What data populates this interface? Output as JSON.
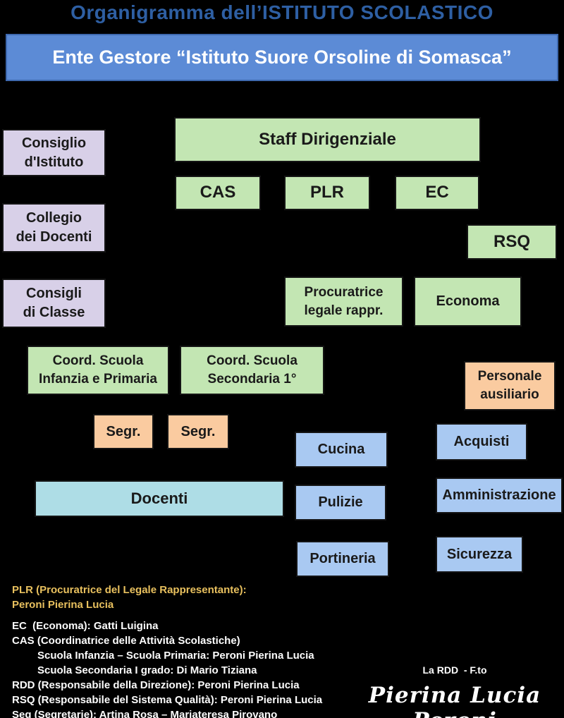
{
  "page": {
    "title": "Organigramma dell’ISTITUTO SCOLASTICO",
    "banner": "Ente Gestore “Istituto Suore Orsoline di Somasca”"
  },
  "colors": {
    "background": "#000000",
    "title_text": "#2E5FA3",
    "banner_fill": "#5C8BD6",
    "banner_text": "#FFFFFF",
    "purple_fill": "#D8D0E8",
    "green_fill": "#C3E6B3",
    "orange_fill": "#FACBA0",
    "blue_fill": "#A9C9F2",
    "teal_fill": "#AEDDE6",
    "gold_text": "#E8C05E",
    "white_text": "#FDFDFD"
  },
  "boxes": {
    "consiglio_istituto": "Consiglio\nd'Istituto",
    "collegio_docenti": "Collegio\ndei Docenti",
    "consigli_classe": "Consigli\ndi Classe",
    "staff_dirigenziale": "Staff Dirigenziale",
    "cas": "CAS",
    "plr": "PLR",
    "ec": "EC",
    "rsq": "RSQ",
    "procuratrice": "Procuratrice\nlegale rappr.",
    "economa": "Economa",
    "coord_infanzia": "Coord. Scuola\nInfanzia e Primaria",
    "coord_secondaria": "Coord. Scuola\nSecondaria 1°",
    "segr1": "Segr.",
    "segr2": "Segr.",
    "personale_ausiliario": "Personale\nausiliario",
    "cucina": "Cucina",
    "pulizie": "Pulizie",
    "portineria": "Portineria",
    "acquisti": "Acquisti",
    "amministrazione": "Amministrazione",
    "sicurezza": "Sicurezza",
    "docenti": "Docenti"
  },
  "legend": {
    "gold_lines": [
      "PLR (Procuratrice del Legale Rappresentante):",
      "Peroni Pierina Lucia"
    ],
    "white_lines": [
      {
        "text": "EC  (Economa): Gatti Luigina",
        "indent": false
      },
      {
        "text": "CAS (Coordinatrice delle Attività Scolastiche)",
        "indent": false
      },
      {
        "text": "Scuola Infanzia – Scuola Primaria: Peroni Pierina Lucia",
        "indent": true
      },
      {
        "text": "Scuola Secondaria I grado: Di Mario Tiziana",
        "indent": true
      },
      {
        "text": "RDD (Responsabile della Direzione): Peroni Pierina Lucia",
        "indent": false
      },
      {
        "text": "RSQ (Responsabile del Sistema Qualità): Peroni Pierina Lucia",
        "indent": false
      },
      {
        "text": "Seg (Segretarie): Artina Rosa – Mariateresa Pirovano",
        "indent": false
      }
    ]
  },
  "signature": {
    "attestation": "La RDD  - F.to",
    "script_name": "Pierina Lucia Peroni"
  }
}
